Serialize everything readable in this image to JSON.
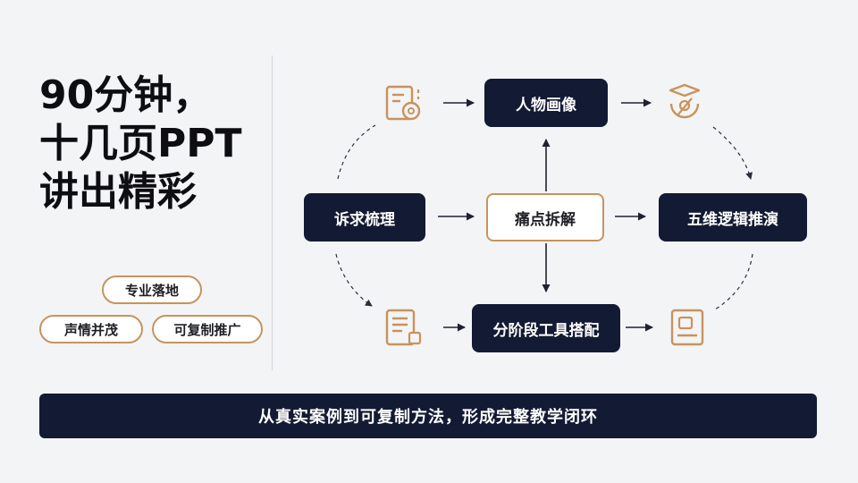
{
  "headline": {
    "line1": "90分钟，",
    "line2": "十几页PPT",
    "line3": "讲出精彩"
  },
  "tags": [
    "专业落地",
    "声情并茂",
    "可复制推广"
  ],
  "nodes": {
    "portrait": "人物画像",
    "appeal": "诉求梳理",
    "pain": "痛点拆解",
    "logic": "五维逻辑推演",
    "tools": "分阶段工具搭配"
  },
  "icons": [
    "data-analysis-icon",
    "graduation-target-icon",
    "document-checklist-icon",
    "toolkit-document-icon"
  ],
  "bottom_banner": "从真实案例到可复制方法，形成完整教学闭环",
  "colors": {
    "navy": "#131a33",
    "accent": "#c8935c",
    "background": "#f3f4f6"
  }
}
